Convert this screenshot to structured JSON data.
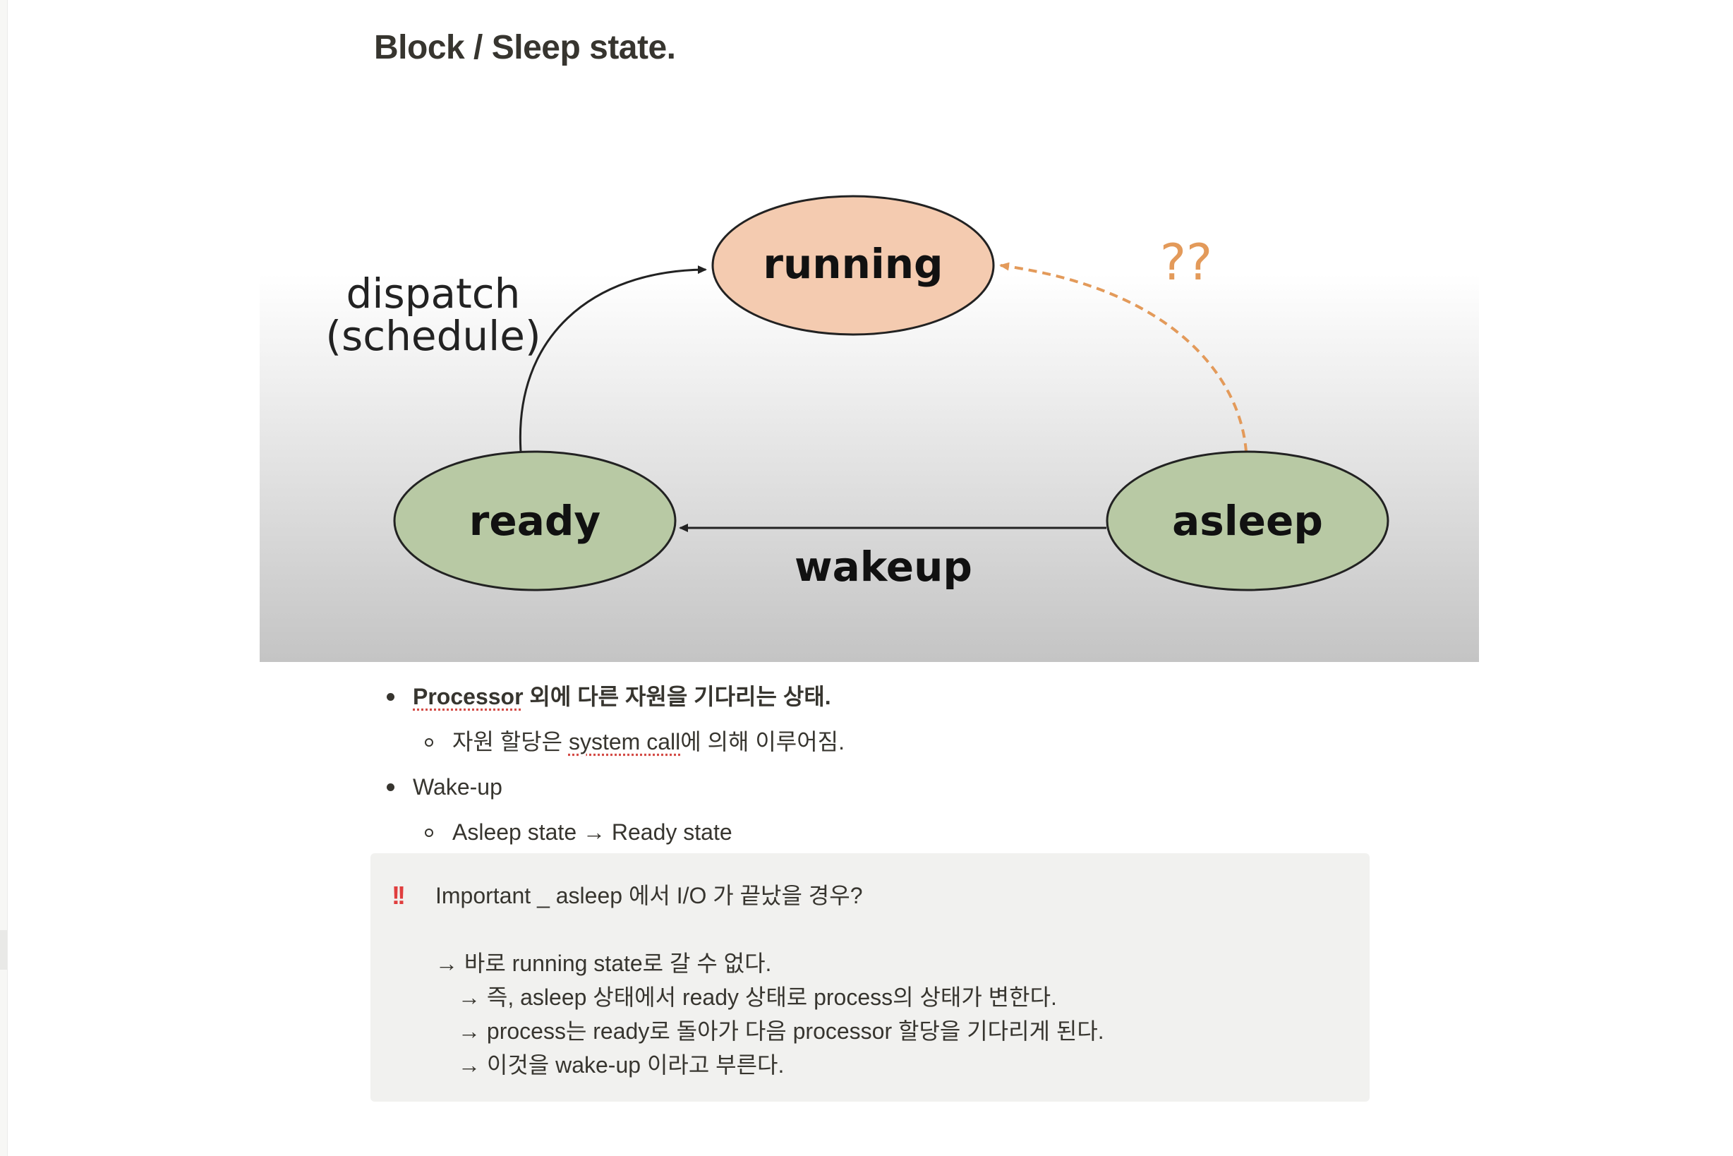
{
  "page": {
    "title": "Block / Sleep state."
  },
  "diagram": {
    "nodes": {
      "running": "running",
      "ready": "ready",
      "asleep": "asleep"
    },
    "edge_labels": {
      "dispatch_line1": "dispatch",
      "dispatch_line2": "(schedule)",
      "wakeup": "wakeup",
      "question": "??"
    },
    "colors": {
      "running_fill": "#f4cbb0",
      "ready_fill": "#b8c9a4",
      "asleep_fill": "#b8c9a4",
      "question_arrow": "#e39a5a"
    }
  },
  "bullets": {
    "item1": {
      "bold_word": "Processor",
      "text": " 외에 다른 자원을 기다리는 상태.",
      "sub": {
        "pre": "자원 할당은 ",
        "link": "system call",
        "post": "에 의해 이루어짐."
      }
    },
    "item2": {
      "text": "Wake-up",
      "sub": "Asleep state → Ready state"
    }
  },
  "callout": {
    "icon": "double-exclamation-icon",
    "icon_glyph": "!!",
    "heading": "Important _ asleep 에서 I/O 가 끝났을 경우?",
    "line1": "→ 바로 running state로 갈 수 없다.",
    "line2": "→ 즉, asleep 상태에서 ready 상태로 process의 상태가 변한다.",
    "line3": "→ process는 ready로 돌아가 다음 processor 할당을 기다리게 된다.",
    "line4": "→ 이것을 wake-up 이라고 부른다."
  }
}
